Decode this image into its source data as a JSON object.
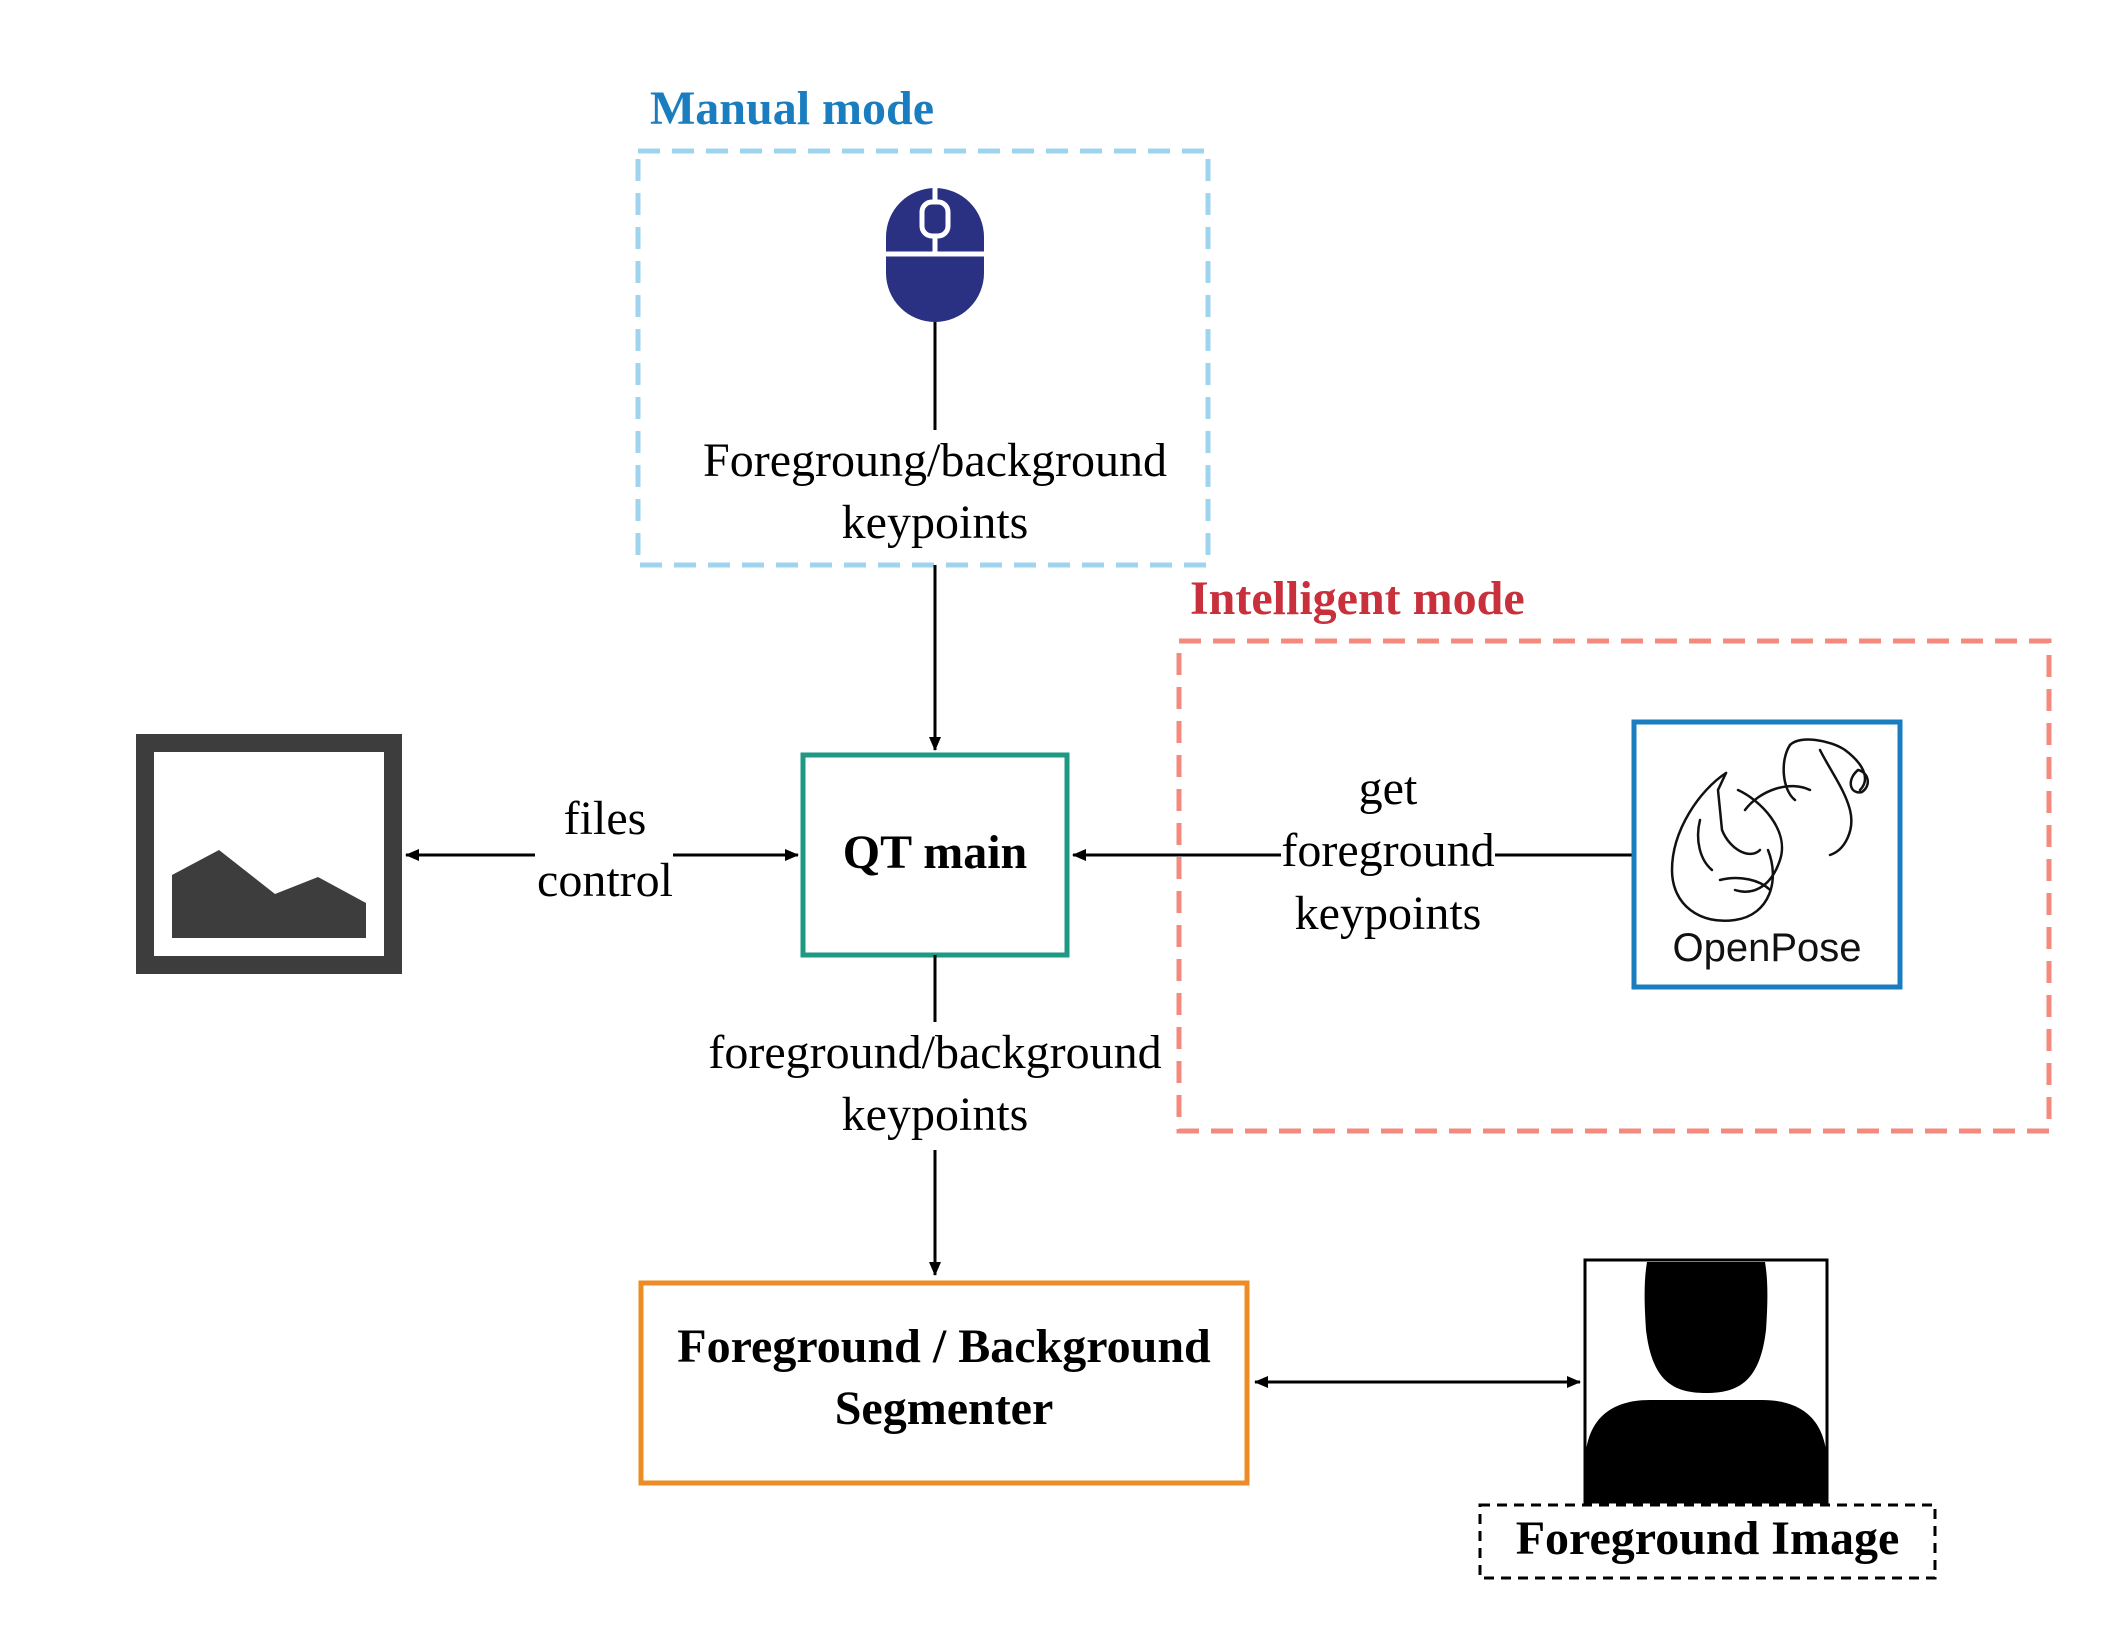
{
  "manual_mode": {
    "title": "Manual mode",
    "keypoints_label_line1": "Foregroung/background",
    "keypoints_label_line2": "keypoints",
    "border_color": "#9fd4ee",
    "icon": "mouse-icon"
  },
  "intelligent_mode": {
    "title": "Intelligent mode",
    "border_color": "#f48a7e",
    "edge_label_line1": "get",
    "edge_label_line2": "foreground",
    "edge_label_line3": "keypoints",
    "openpose_logo_text": "OpenPose"
  },
  "qt_main": {
    "label": "QT main",
    "border_color": "#1e9a84"
  },
  "files_edge": {
    "label_line1": "files",
    "label_line2": "control"
  },
  "image_icon": "image-file-icon",
  "segmenter_edge": {
    "label_line1": "foreground/background",
    "label_line2": "keypoints"
  },
  "segmenter": {
    "label_line1": "Foreground / Background",
    "label_line2": "Segmenter",
    "border_color": "#ec8c24"
  },
  "foreground_image": {
    "caption": "Foreground Image",
    "icon": "person-silhouette-icon"
  }
}
